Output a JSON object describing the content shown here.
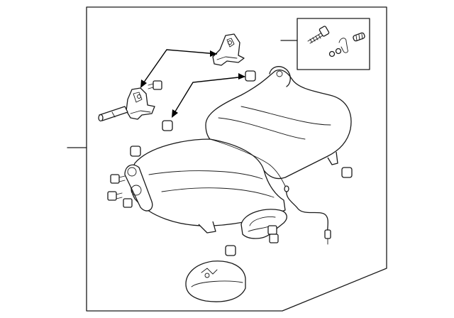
{
  "diagram": {
    "colors": {
      "line": "#1a1a1a",
      "background": "#ffffff"
    },
    "parts": [
      "seat-cushion",
      "hinge-bracket-upper",
      "hinge-bracket-lower",
      "hinge-pin",
      "bolt",
      "nut",
      "bushing",
      "seat-frame-bracket",
      "wiring-harness",
      "buckle-cover",
      "seat-latch-cover",
      "hardware-kit"
    ]
  }
}
